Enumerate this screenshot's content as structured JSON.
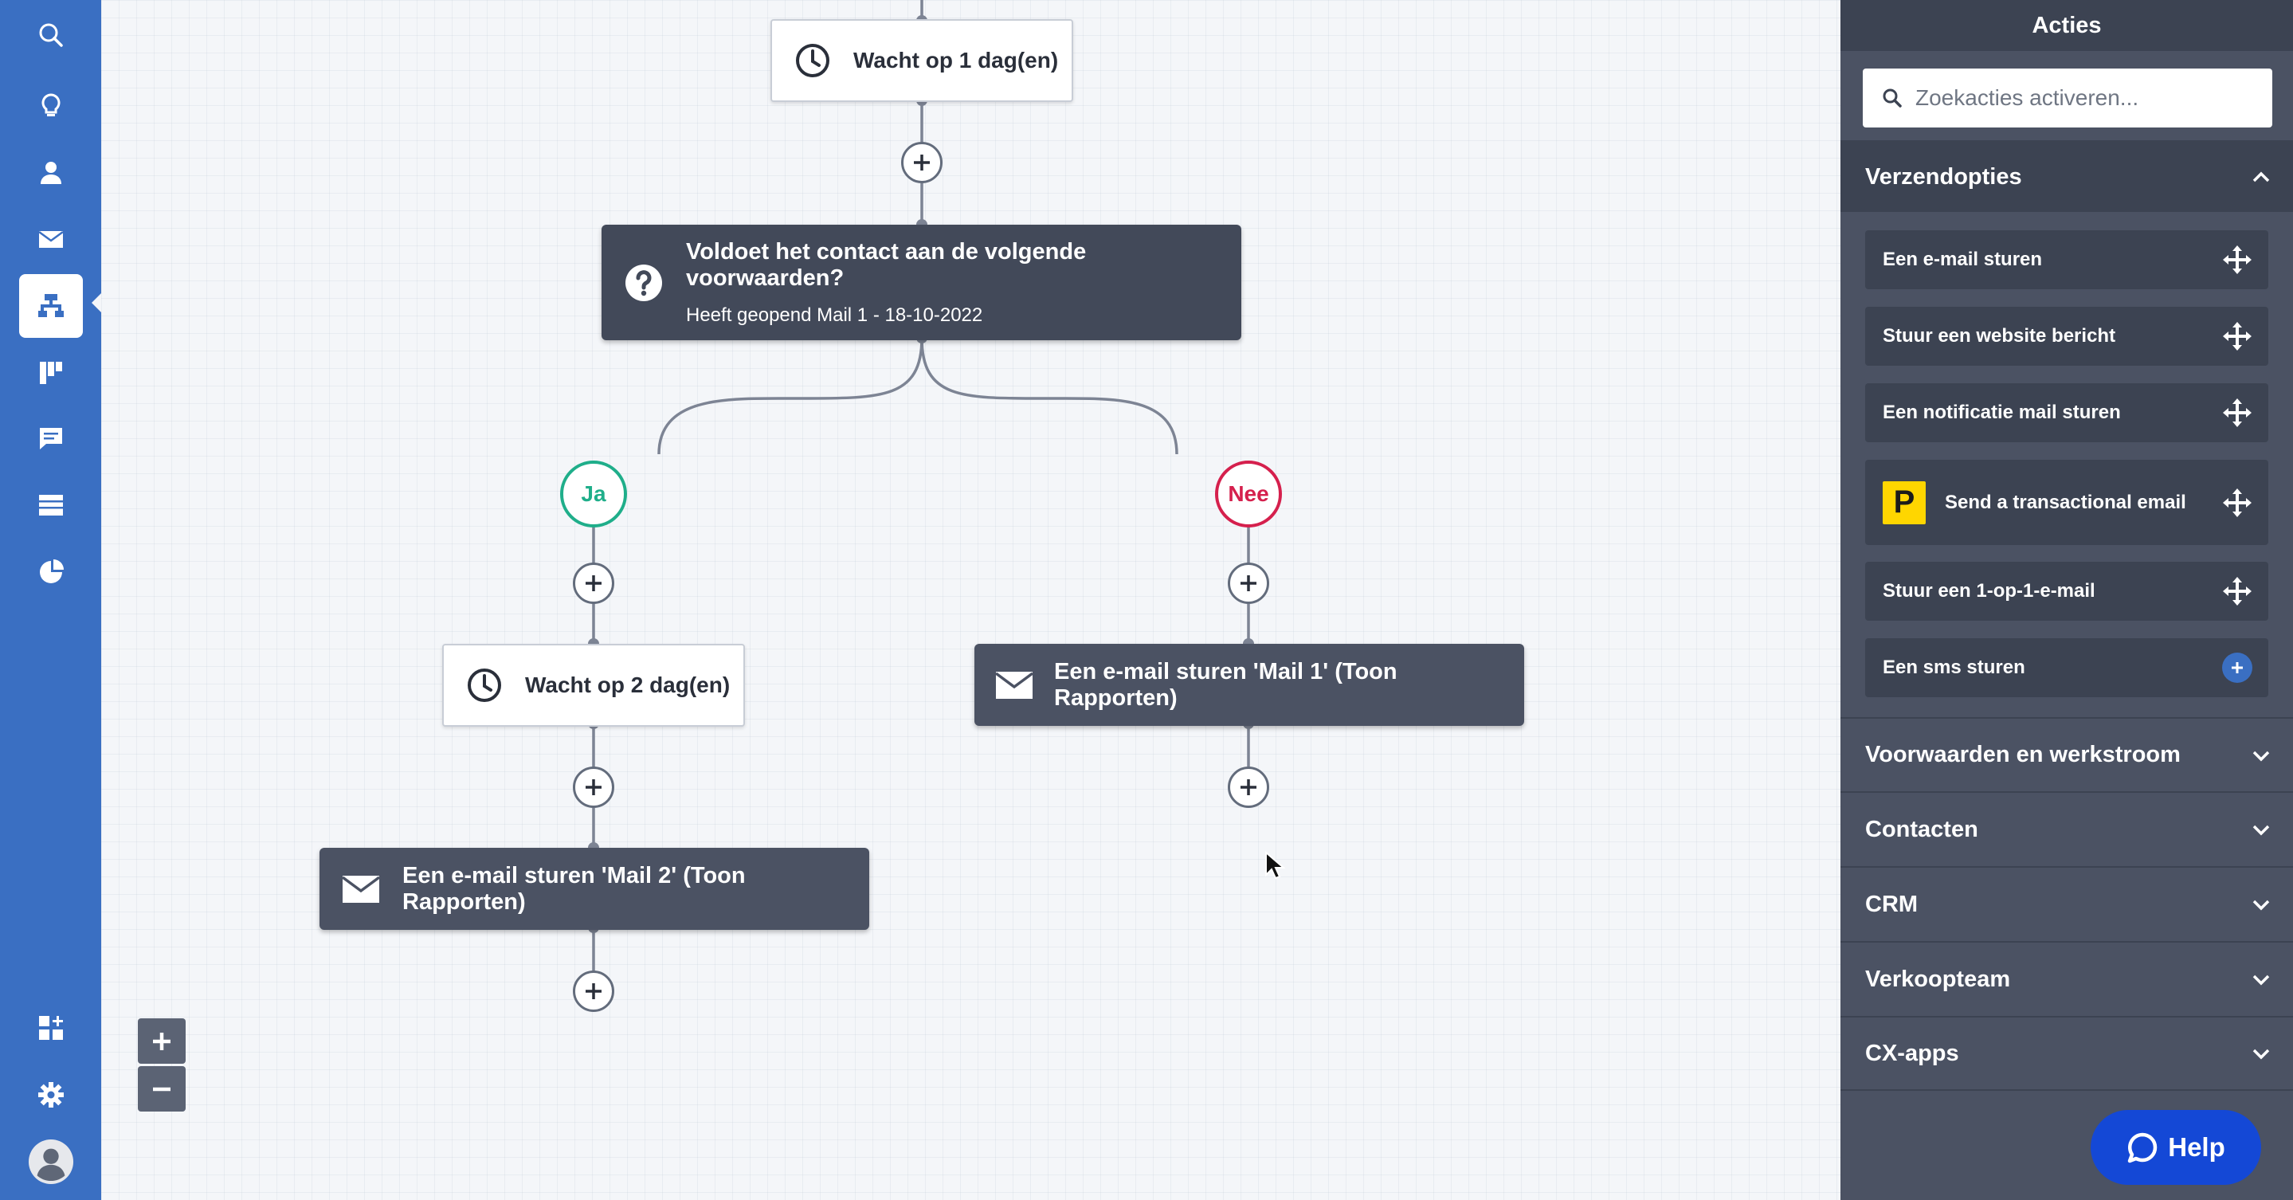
{
  "nav": {
    "items": [
      "search-icon",
      "lightbulb-icon",
      "person-icon",
      "envelope-icon",
      "automation-icon",
      "kanban-icon",
      "chat-icon",
      "browser-icon",
      "pie-chart-icon"
    ],
    "bottom_items": [
      "add-apps-icon",
      "gear-icon",
      "user-avatar-icon"
    ],
    "active_index": 4,
    "color": "#3a6fc2"
  },
  "flow": {
    "wait_1_label": "Wacht op 1 dag(en)",
    "condition_title": "Voldoet het contact aan de volgende voorwaarden?",
    "condition_subtitle": "Heeft geopend Mail 1 - 18-10-2022",
    "branch_yes": "Ja",
    "branch_no": "Nee",
    "wait_2_label": "Wacht op 2 dag(en)",
    "email_yes_label": "Een e-mail sturen 'Mail 2' (Toon Rapporten)",
    "email_no_label": "Een e-mail sturen 'Mail 1' (Toon Rapporten)",
    "yes_color": "#1fae8a",
    "no_color": "#d5204d"
  },
  "panel": {
    "title": "Acties",
    "search_placeholder": "Zoekacties activeren...",
    "sections": {
      "send_options": "Verzendopties",
      "conditions": "Voorwaarden en werkstroom",
      "contacts": "Contacten",
      "crm": "CRM",
      "sales_team": "Verkoopteam",
      "cx_apps": "CX-apps"
    },
    "actions": {
      "email": "Een e-mail sturen",
      "website_message": "Stuur een website bericht",
      "notification_mail": "Een notificatie mail sturen",
      "transactional": "Send a transactional email",
      "transactional_logo": "P",
      "one_to_one": "Stuur een 1-op-1-e-mail",
      "sms": "Een sms sturen"
    }
  },
  "help_label": "Help"
}
